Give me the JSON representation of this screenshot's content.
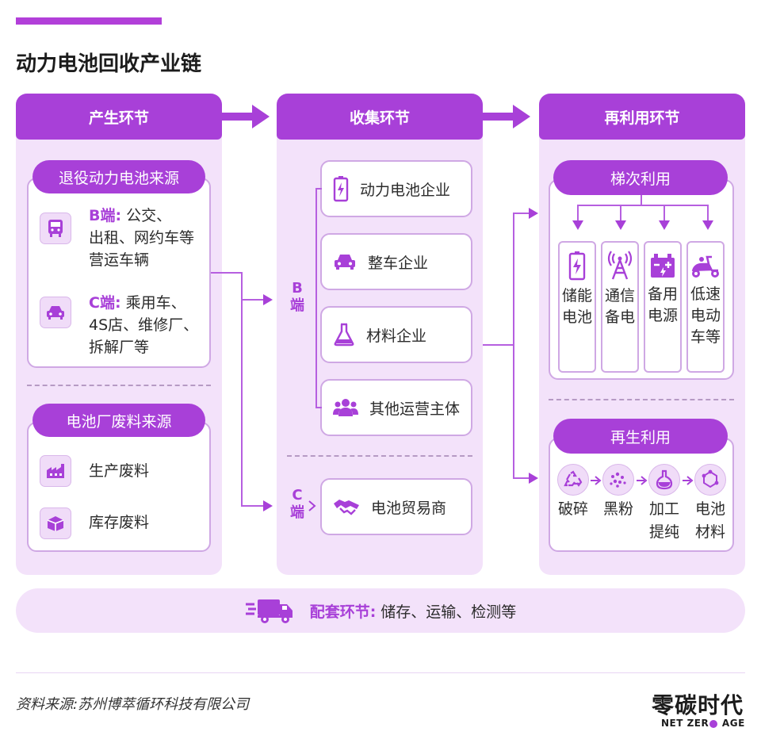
{
  "title": "动力电池回收产业链",
  "columns": {
    "production": "产生环节",
    "collection": "收集环节",
    "reuse": "再利用环节"
  },
  "production": {
    "retired_pill": "退役动力电池来源",
    "b_label": "B端:",
    "b_text1": "公交、",
    "b_text2": "出租、网约车等",
    "b_text3": "营运车辆",
    "c_label": "C端:",
    "c_text1": "乘用车、",
    "c_text2": "4S店、维修厂、",
    "c_text3": "拆解厂等",
    "factory_pill": "电池厂废料来源",
    "waste1": "生产废料",
    "waste2": "库存废料"
  },
  "collection": {
    "b_mark1": "B",
    "b_mark2": "端",
    "c_mark1": "C",
    "c_mark2": "端",
    "items": [
      "动力电池企业",
      "整车企业",
      "材料企业",
      "其他运营主体"
    ],
    "trader": "电池贸易商"
  },
  "reuse": {
    "cascade_pill": "梯次利用",
    "cascade": [
      {
        "l1": "储能",
        "l2": "电池",
        "l3": ""
      },
      {
        "l1": "通信",
        "l2": "备电",
        "l3": ""
      },
      {
        "l1": "备用",
        "l2": "电源",
        "l3": ""
      },
      {
        "l1": "低速",
        "l2": "电动",
        "l3": "车等"
      }
    ],
    "regen_pill": "再生利用",
    "regen": [
      {
        "l1": "破碎",
        "l2": ""
      },
      {
        "l1": "黑粉",
        "l2": ""
      },
      {
        "l1": "加工",
        "l2": "提纯"
      },
      {
        "l1": "电池",
        "l2": "材料"
      }
    ]
  },
  "support": {
    "label": "配套环节:",
    "text": "储存、运输、检测等"
  },
  "source": "资料来源:苏州博萃循环科技有限公司",
  "logo": {
    "cn": "零碳时代",
    "en_a": "NET ZER",
    "en_b": " AGE"
  },
  "colors": {
    "accent": "#a840d8",
    "light": "#f3e2fa"
  }
}
